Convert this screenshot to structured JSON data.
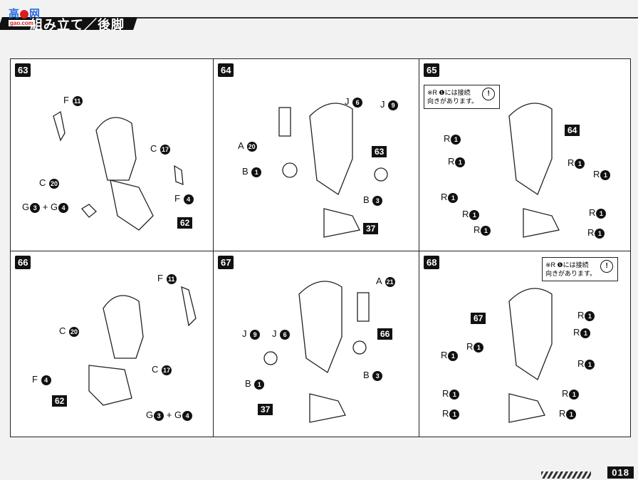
{
  "header": {
    "title": "組み立て／後脚",
    "logo_main_left": "高",
    "logo_main_right": "网",
    "logo_sub": "gao.com"
  },
  "page_number": "018",
  "steps": [
    {
      "id": "63",
      "labels": [
        {
          "text": "F",
          "num": "11"
        },
        {
          "text": "C",
          "num": "17"
        },
        {
          "text": "C",
          "num": "20"
        },
        {
          "text": "F",
          "num": "4"
        },
        {
          "text": "G",
          "num": "3",
          "plus": "+ G",
          "num2": "4"
        },
        {
          "text": "",
          "sq": "62"
        }
      ]
    },
    {
      "id": "64",
      "labels": [
        {
          "text": "J",
          "num": "6"
        },
        {
          "text": "J",
          "num": "9"
        },
        {
          "text": "A",
          "num": "20"
        },
        {
          "text": "",
          "sq": "63"
        },
        {
          "text": "B",
          "num": "1"
        },
        {
          "text": "B",
          "num": "3"
        },
        {
          "text": "",
          "sq": "37"
        }
      ]
    },
    {
      "id": "65",
      "note": "※R ❶には接続\n向きがあります。",
      "labels": [
        {
          "text": "",
          "sq": "64"
        },
        {
          "text": "R",
          "num": "1"
        }
      ]
    },
    {
      "id": "66",
      "labels": [
        {
          "text": "F",
          "num": "11"
        },
        {
          "text": "C",
          "num": "20"
        },
        {
          "text": "C",
          "num": "17"
        },
        {
          "text": "F",
          "num": "4"
        },
        {
          "text": "",
          "sq": "62"
        },
        {
          "text": "G",
          "num": "3",
          "plus": "+ G",
          "num2": "4"
        }
      ]
    },
    {
      "id": "67",
      "labels": [
        {
          "text": "A",
          "num": "21"
        },
        {
          "text": "J",
          "num": "9"
        },
        {
          "text": "J",
          "num": "6"
        },
        {
          "text": "",
          "sq": "66"
        },
        {
          "text": "B",
          "num": "1"
        },
        {
          "text": "B",
          "num": "3"
        },
        {
          "text": "",
          "sq": "37"
        }
      ]
    },
    {
      "id": "68",
      "note": "※R ❶には接続\n向きがあります。",
      "labels": [
        {
          "text": "",
          "sq": "67"
        },
        {
          "text": "R",
          "num": "1"
        }
      ]
    }
  ],
  "icons": {
    "warning": "exclamation-circle-icon"
  }
}
